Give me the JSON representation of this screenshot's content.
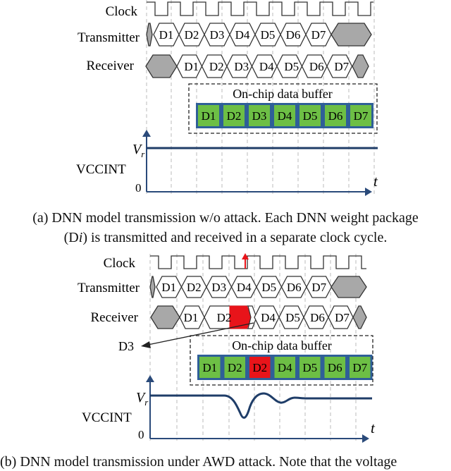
{
  "panel_a": {
    "signals": [
      "Clock",
      "Transmitter",
      "Receiver"
    ],
    "tx_packets": [
      "D1",
      "D2",
      "D3",
      "D4",
      "D5",
      "D6",
      "D7"
    ],
    "rx_packets": [
      "D1",
      "D2",
      "D3",
      "D4",
      "D5",
      "D6",
      "D7"
    ],
    "buffer_title": "On-chip data buffer",
    "buffer_cells": [
      "D1",
      "D2",
      "D3",
      "D4",
      "D5",
      "D6",
      "D7"
    ],
    "voltage_label": "VCCINT",
    "vr_label": "V",
    "vr_sub": "r",
    "zero_label": "0",
    "t_label": "t"
  },
  "caption_a": {
    "line1": "(a) DNN model transmission w/o attack. Each DNN weight package",
    "line2_prefix": "(D",
    "line2_italic": "i",
    "line2_suffix": ") is transmitted and received in a separate clock cycle."
  },
  "panel_b": {
    "signals": [
      "Clock",
      "Transmitter",
      "Receiver"
    ],
    "tx_packets": [
      "D1",
      "D2",
      "D3",
      "D4",
      "D5",
      "D6",
      "D7"
    ],
    "rx_packets": [
      "D1",
      "D2",
      "D4",
      "D5",
      "D6",
      "D7"
    ],
    "missed_packet": "D3",
    "buffer_title": "On-chip data buffer",
    "buffer_cells": [
      "D1",
      "D2",
      "D2",
      "D4",
      "D5",
      "D6",
      "D7"
    ],
    "corrupted_index": 2,
    "voltage_label": "VCCINT",
    "vr_label": "V",
    "vr_sub": "r",
    "zero_label": "0",
    "t_label": "t"
  },
  "caption_b": {
    "partial": "(b) DNN model transmission under AWD attack. Note that the voltage"
  },
  "colors": {
    "buffer_green": "#6dbf45",
    "buffer_border": "#2f5f98",
    "corrupted_red": "#e8141a",
    "gray_fill": "#a8a8a8",
    "glitch_arrow": "#e8141a"
  }
}
